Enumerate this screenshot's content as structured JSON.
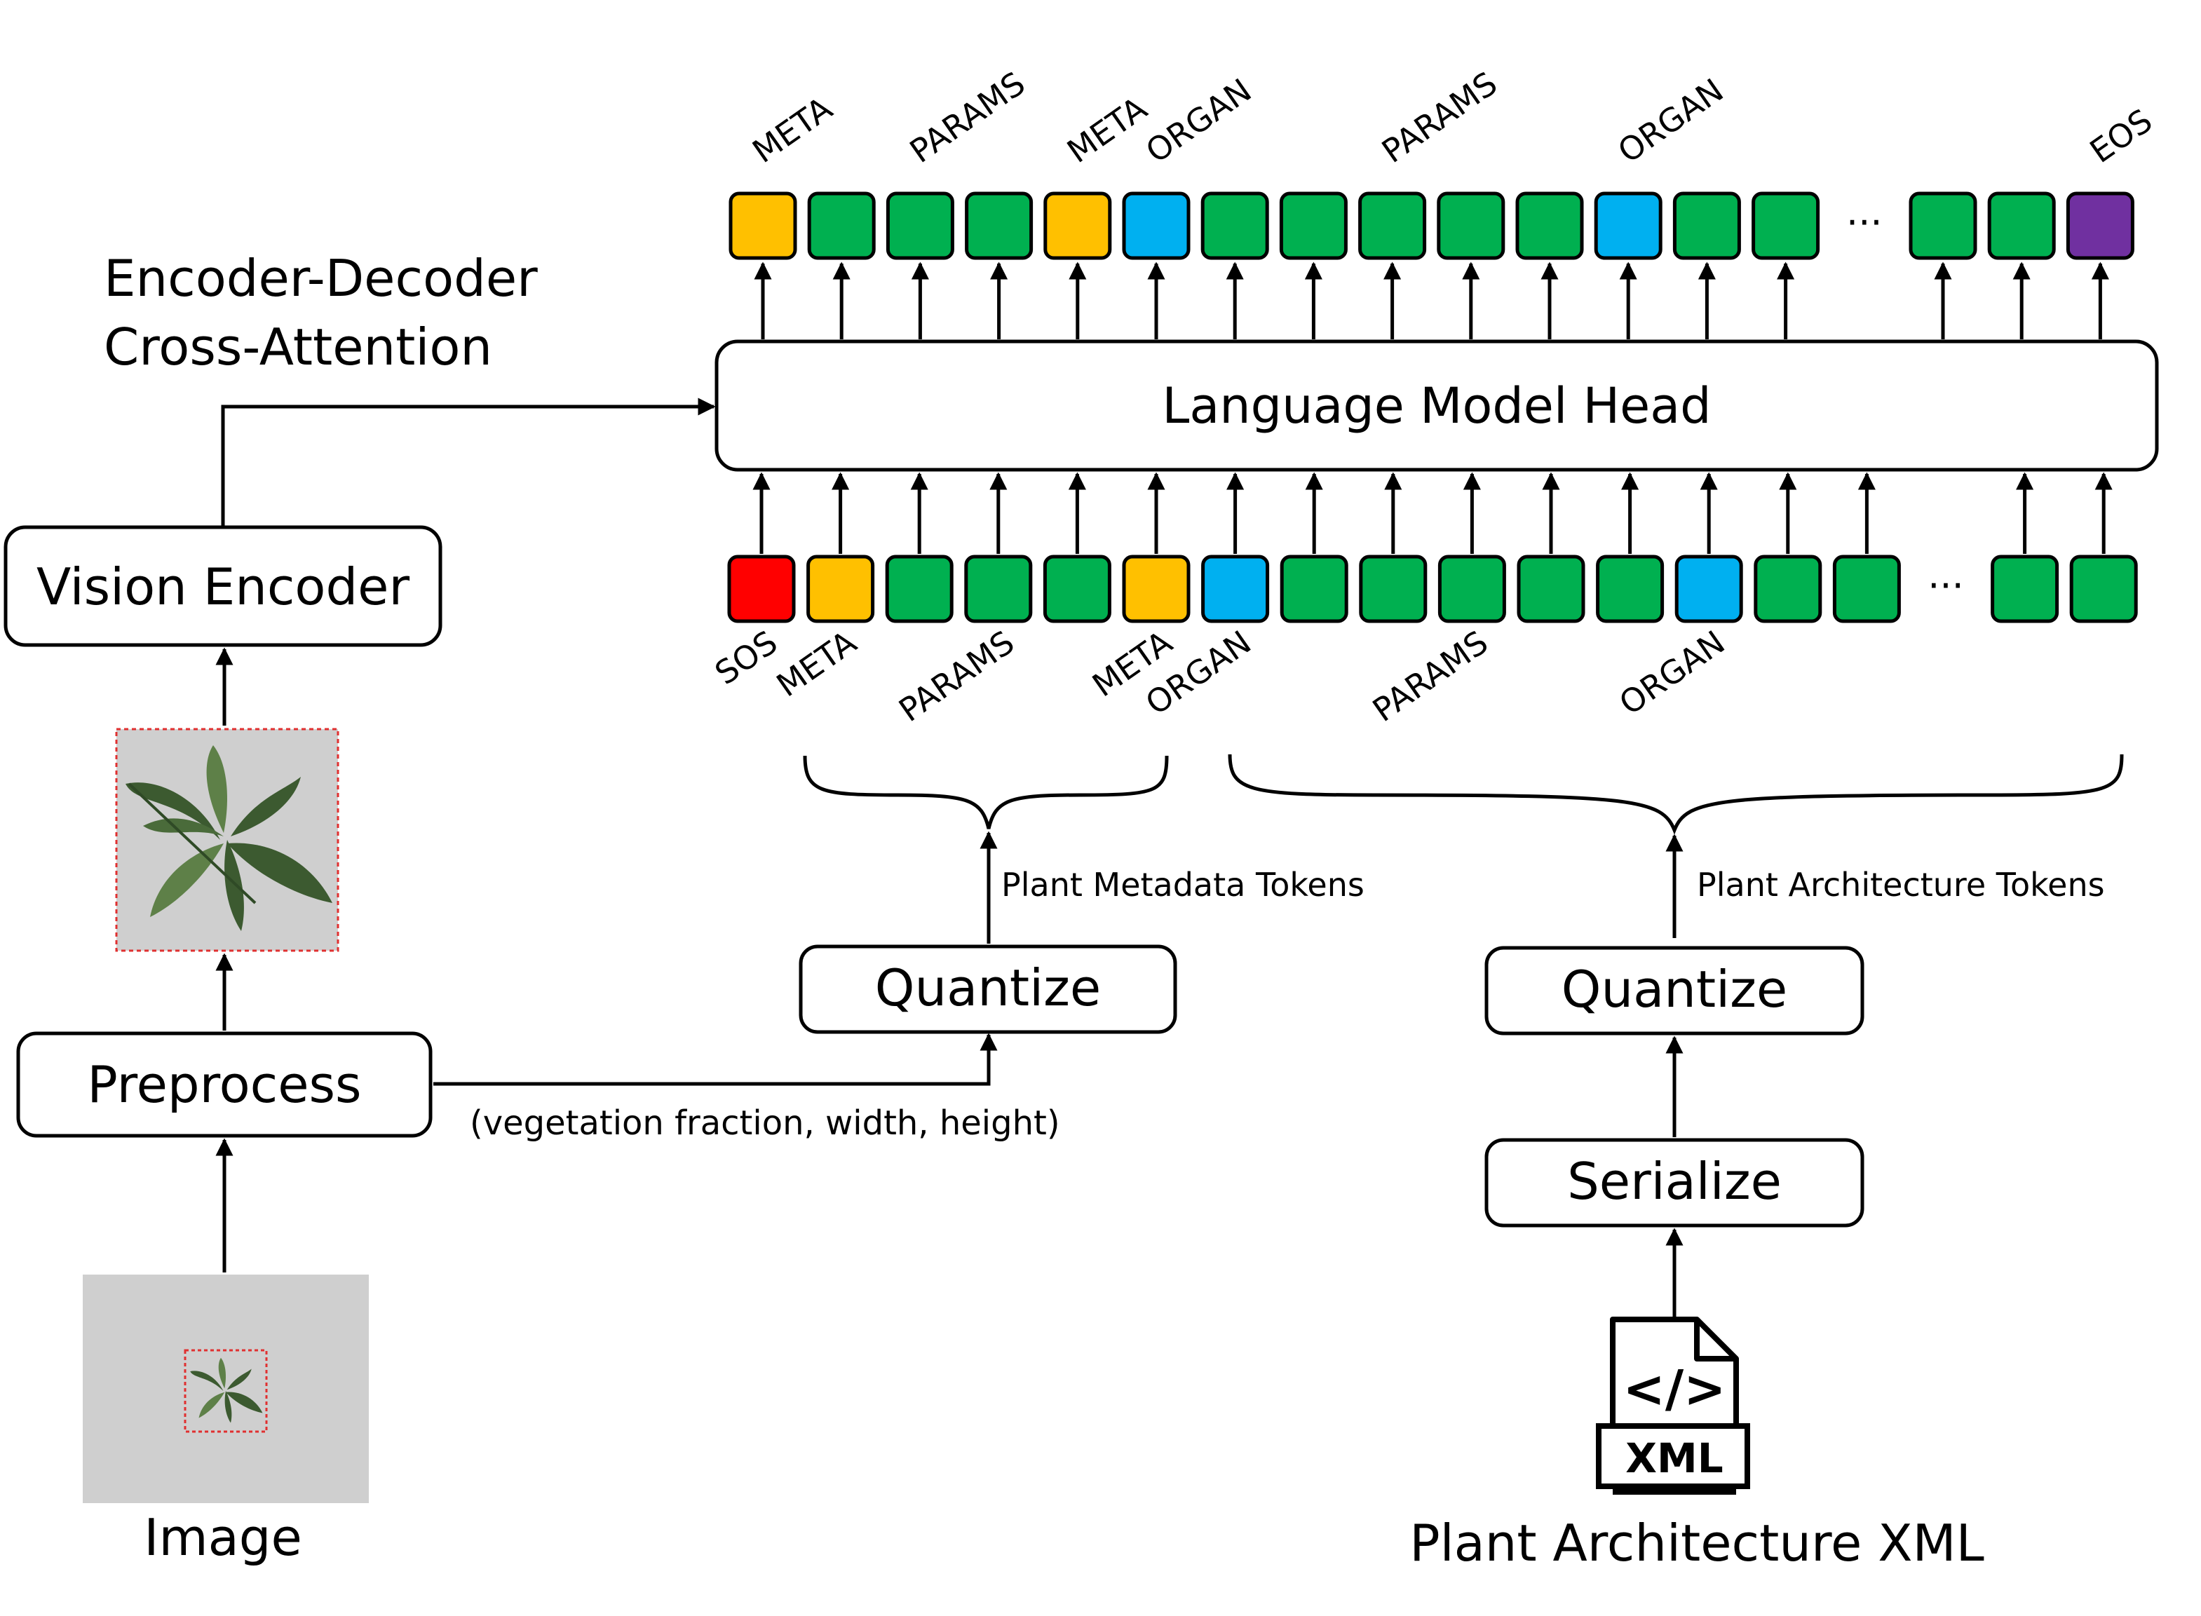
{
  "labels": {
    "cross_attention_line1": "Encoder-Decoder",
    "cross_attention_line2": "Cross-Attention",
    "vision_encoder": "Vision Encoder",
    "preprocess": "Preprocess",
    "image": "Image",
    "lm_head": "Language Model Head",
    "quantize_meta": "Quantize",
    "quantize_arch": "Quantize",
    "serialize": "Serialize",
    "xml_source": "Plant Architecture XML",
    "metadata_tokens": "Plant Metadata Tokens",
    "architecture_tokens": "Plant Architecture Tokens",
    "preprocess_outputs": "(vegetation fraction, width, height)",
    "xml_icon_text": "XML",
    "xml_icon_code": "</>",
    "ellipsis": "···"
  },
  "colors": {
    "sos": "#ff0000",
    "meta": "#ffc000",
    "params": "#00b050",
    "organ": "#00b0f0",
    "eos": "#7030a0",
    "image_bg": "#cfcfcf",
    "leaf_dark": "#3c5a30",
    "leaf_light": "#5e8048",
    "crop_dash": "#e03030"
  },
  "output_tokens": [
    {
      "kind": "meta",
      "label": "META"
    },
    {
      "kind": "params",
      "label": ""
    },
    {
      "kind": "params",
      "label": "PARAMS"
    },
    {
      "kind": "params",
      "label": ""
    },
    {
      "kind": "meta",
      "label": "META"
    },
    {
      "kind": "organ",
      "label": "ORGAN"
    },
    {
      "kind": "params",
      "label": ""
    },
    {
      "kind": "params",
      "label": ""
    },
    {
      "kind": "params",
      "label": "PARAMS"
    },
    {
      "kind": "params",
      "label": ""
    },
    {
      "kind": "params",
      "label": ""
    },
    {
      "kind": "organ",
      "label": "ORGAN"
    },
    {
      "kind": "params",
      "label": ""
    },
    {
      "kind": "params",
      "label": ""
    },
    {
      "kind": "gap",
      "label": ""
    },
    {
      "kind": "params",
      "label": ""
    },
    {
      "kind": "params",
      "label": ""
    },
    {
      "kind": "eos",
      "label": "EOS"
    }
  ],
  "input_tokens": [
    {
      "kind": "sos",
      "label": "SOS"
    },
    {
      "kind": "meta",
      "label": "META"
    },
    {
      "kind": "params",
      "label": ""
    },
    {
      "kind": "params",
      "label": "PARAMS"
    },
    {
      "kind": "params",
      "label": ""
    },
    {
      "kind": "meta",
      "label": "META"
    },
    {
      "kind": "organ",
      "label": "ORGAN"
    },
    {
      "kind": "params",
      "label": ""
    },
    {
      "kind": "params",
      "label": ""
    },
    {
      "kind": "params",
      "label": "PARAMS"
    },
    {
      "kind": "params",
      "label": ""
    },
    {
      "kind": "params",
      "label": ""
    },
    {
      "kind": "organ",
      "label": "ORGAN"
    },
    {
      "kind": "params",
      "label": ""
    },
    {
      "kind": "params",
      "label": ""
    },
    {
      "kind": "gap",
      "label": ""
    },
    {
      "kind": "params",
      "label": ""
    },
    {
      "kind": "params",
      "label": ""
    }
  ]
}
